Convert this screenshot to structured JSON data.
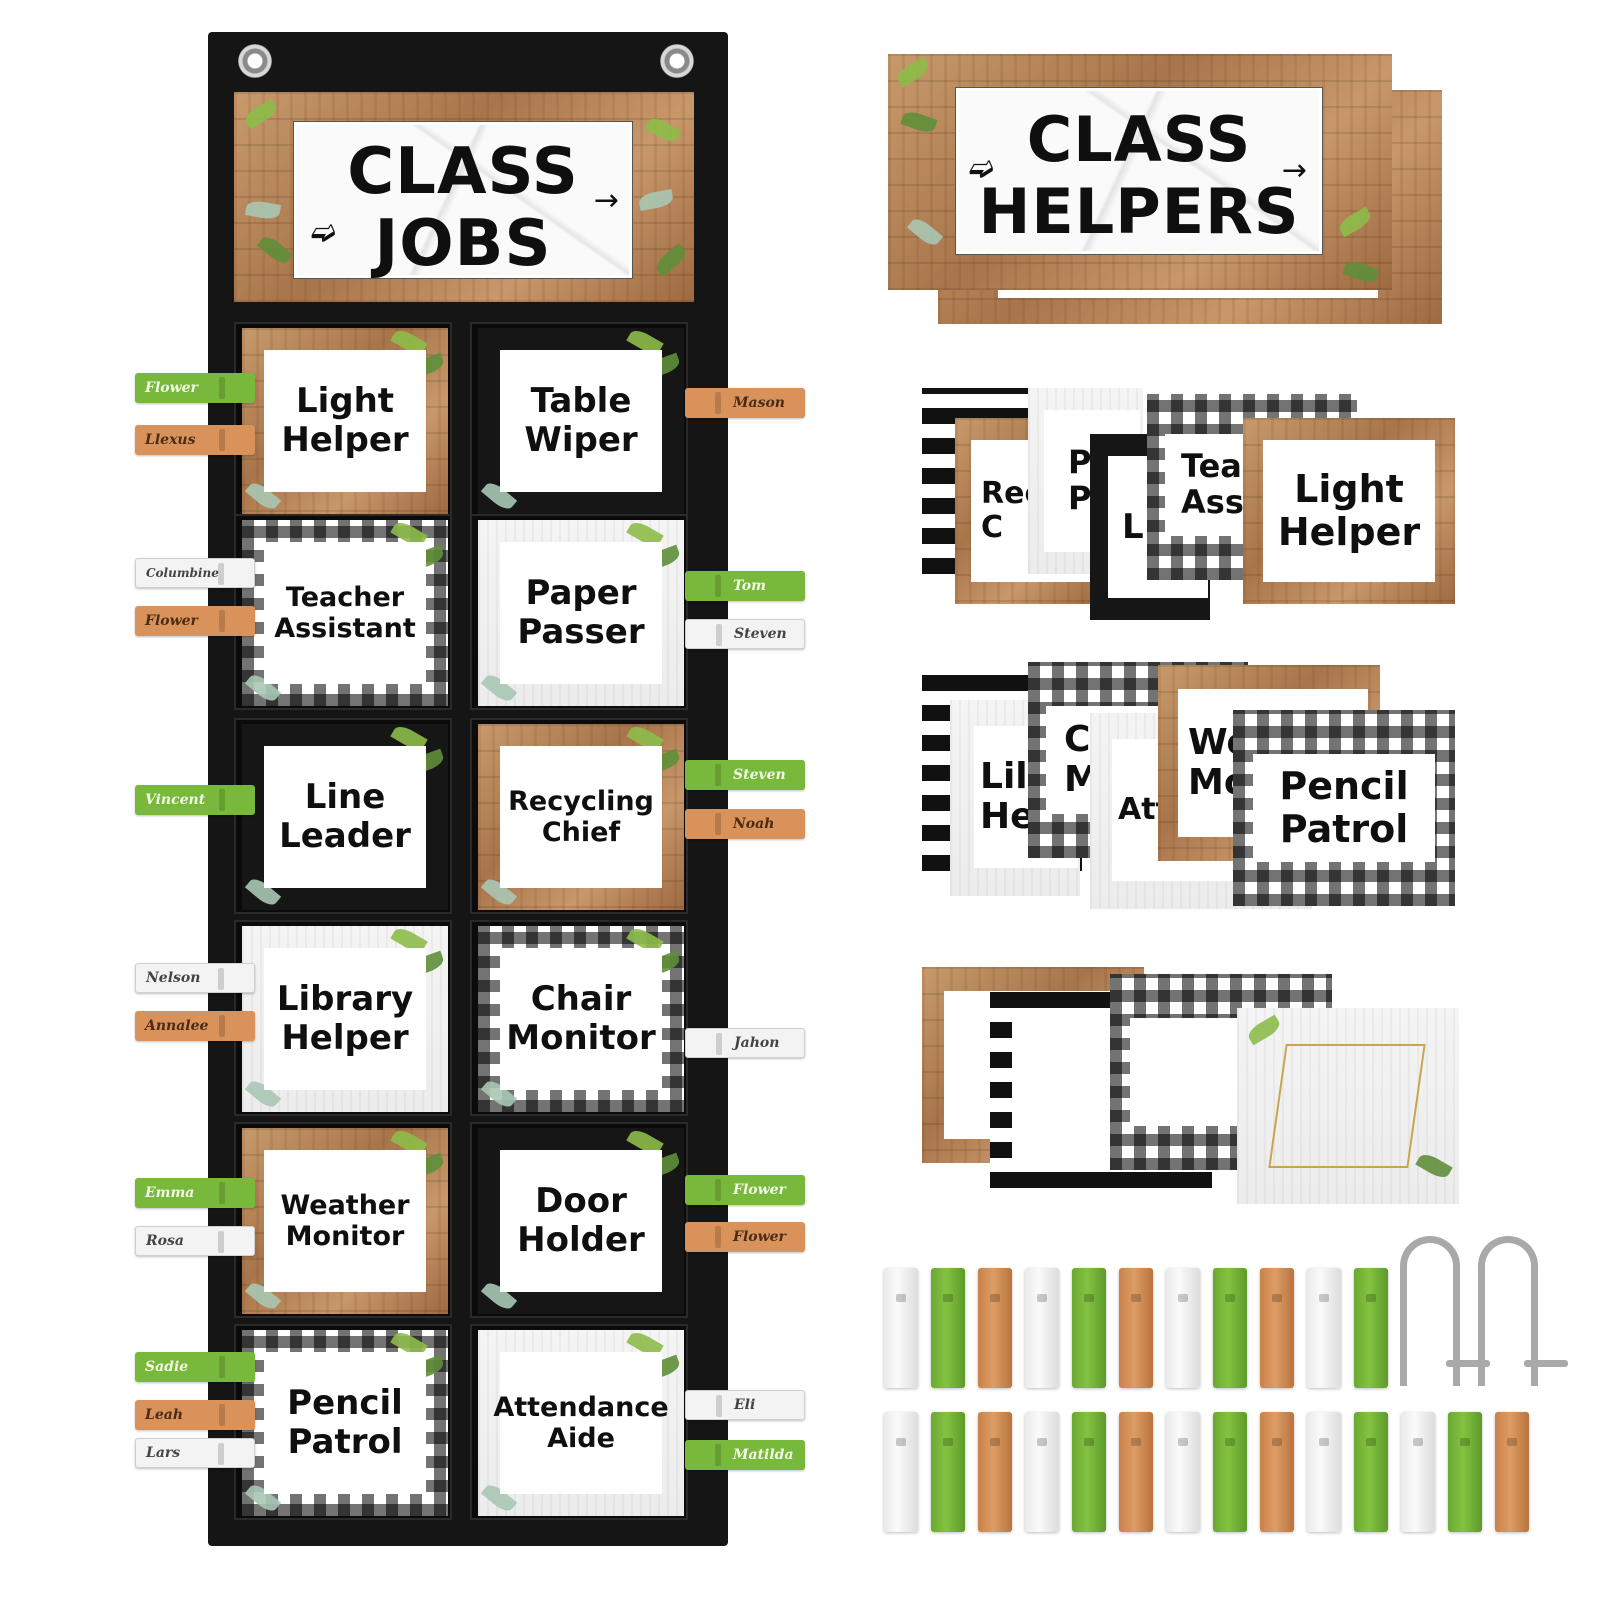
{
  "chart": {
    "title_line1": "CLASS",
    "title_line2": "JOBS",
    "pockets": [
      {
        "label": "Light Helper",
        "style": "wood"
      },
      {
        "label": "Table Wiper",
        "style": "black"
      },
      {
        "label": "Teacher Assistant",
        "style": "plaid"
      },
      {
        "label": "Paper Passer",
        "style": "birch"
      },
      {
        "label": "Line Leader",
        "style": "black"
      },
      {
        "label": "Recycling Chief",
        "style": "wood"
      },
      {
        "label": "Library Helper",
        "style": "birch"
      },
      {
        "label": "Chair Monitor",
        "style": "plaid"
      },
      {
        "label": "Weather Monitor",
        "style": "wood"
      },
      {
        "label": "Door Holder",
        "style": "black"
      },
      {
        "label": "Pencil Patrol",
        "style": "plaid"
      },
      {
        "label": "Attendance Aide",
        "style": "birch"
      }
    ],
    "name_pins": {
      "flower_1": "Flower",
      "llexus": "Llexus",
      "mason": "Mason",
      "columbine": "Columbine",
      "flower_2": "Flower",
      "tom": "Tom",
      "steven": "Steven",
      "vincent": "Vincent",
      "steven_2": "Steven",
      "noah": "Noah",
      "nelson": "Nelson",
      "annalee": "Annalee",
      "jahon": "Jahon",
      "emma": "Emma",
      "rosa": "Rosa",
      "flower_3": "Flower",
      "flower_4": "Flower",
      "sadie": "Sadie",
      "leah": "Leah",
      "lars": "Lars",
      "eli": "Eli",
      "matilda": "Matilda"
    }
  },
  "helpers_banner": {
    "line1": "CLASS",
    "line2": "HELPERS"
  },
  "card_set_1": {
    "partial_a": "Rec\nC",
    "partial_b": "P\nP",
    "partial_c": "L",
    "partial_d": "Tea\nAssi",
    "front": "Light Helper"
  },
  "card_set_2": {
    "partial_a": "Lil\nHe",
    "partial_b": "C\nM",
    "partial_c": "Att",
    "partial_d": "We\nMo",
    "front": "Pencil Patrol"
  },
  "colors": {
    "pin_green": "#78b83a",
    "pin_orange": "#d8925a",
    "pin_white": "#f3f3f3",
    "organizer_black": "#151515"
  }
}
